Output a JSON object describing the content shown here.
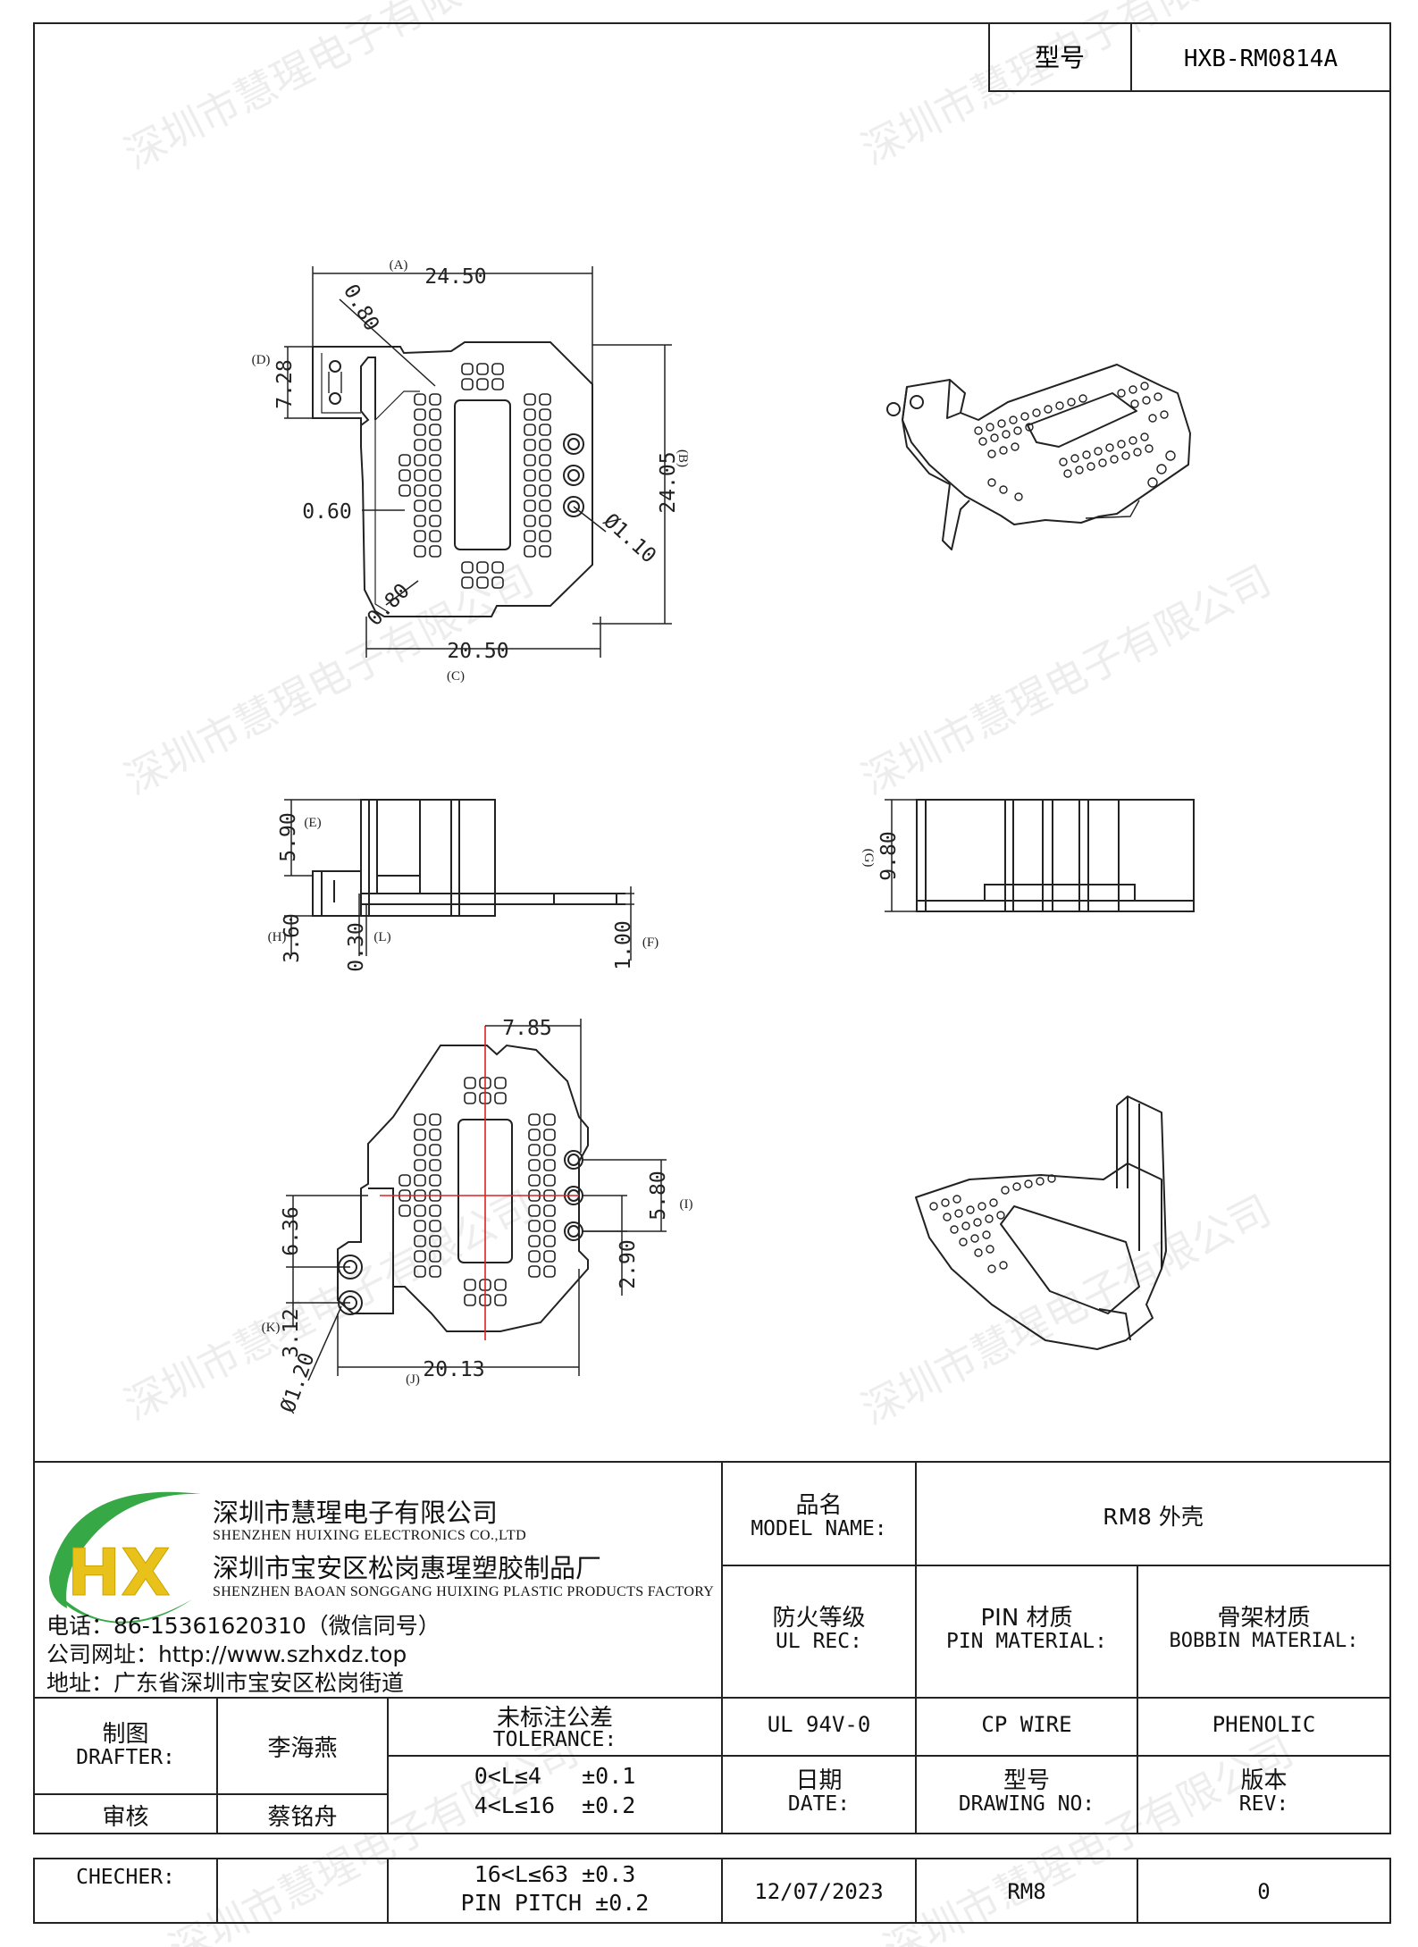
{
  "header": {
    "model_label": "型号",
    "model_value": "HXB-RM0814A"
  },
  "watermark": {
    "text": "深圳市慧瑆电子有限公司"
  },
  "dims": {
    "A": "(A)",
    "A_val": "24.50",
    "B": "(B)",
    "B_val": "24.05",
    "C": "(C)",
    "C_val": "20.50",
    "D": "(D)",
    "D_val": "7.28",
    "d080a": "0.80",
    "d080b": "0.80",
    "d060": "0.60",
    "d110": "Ø1.10",
    "E": "(E)",
    "E_val": "5.90",
    "H": "(H)",
    "H_val": "3.60",
    "L": "(L)",
    "L_val": "0.30",
    "F": "(F)",
    "F_val": "1.00",
    "G": "(G)",
    "G_val": "9.80",
    "d785": "7.85",
    "I": "(I)",
    "I_val": "5.80",
    "d290": "2.90",
    "d636": "6.36",
    "K": "(K)",
    "K_val": "3.12",
    "d120": "Ø1.20",
    "J": "(J)",
    "J_val": "20.13"
  },
  "company": {
    "name_cn": "深圳市慧瑆电子有限公司",
    "name_en": "SHENZHEN HUIXING ELECTRONICS CO.,LTD",
    "factory_cn": "深圳市宝安区松岗惠瑆塑胶制品厂",
    "factory_en": "SHENZHEN BAOAN SONGGANG HUIXING PLASTIC PRODUCTS FACTORY",
    "phone": "电话：86-15361620310（微信同号）",
    "website": "公司网址：http://www.szhxdz.top",
    "address": "地址：广东省深圳市宝安区松岗街道",
    "logo_text": "HX",
    "logo_colors": {
      "h": "#e8c21a",
      "x": "#2e9a3a",
      "swoosh": "#36a845"
    }
  },
  "titleblock": {
    "model_name_cn": "品名",
    "model_name_en": "MODEL NAME:",
    "model_name_val": "RM8 外壳",
    "fire_cn": "防火等级",
    "fire_en": "UL REC:",
    "pin_cn": "PIN 材质",
    "pin_en": "PIN MATERIAL:",
    "bobbin_cn": "骨架材质",
    "bobbin_en": "BOBBIN MATERIAL:",
    "fire_val": "UL 94V-0",
    "pin_val": "CP WIRE",
    "bobbin_val": "PHENOLIC",
    "drafter_cn": "制图",
    "drafter_en": "DRAFTER:",
    "drafter_name": "李海燕",
    "tol_cn": "未标注公差",
    "tol_en": "TOLERANCE:",
    "tol1": "0<L≤4   ±0.1",
    "tol2": "4<L≤16  ±0.2",
    "tol3": "16<L≤63 ±0.3",
    "tol4": "PIN PITCH ±0.2",
    "date_cn": "日期",
    "date_en": "DATE:",
    "date_val": "12/07/2023",
    "drawing_cn": "型号",
    "drawing_en": "DRAWING NO:",
    "drawing_val": "RM8",
    "rev_cn": "版本",
    "rev_en": "REV:",
    "rev_val": "0",
    "review_cn": "审核",
    "review_name": "蔡铭舟",
    "checker_en": "CHECHER:"
  }
}
